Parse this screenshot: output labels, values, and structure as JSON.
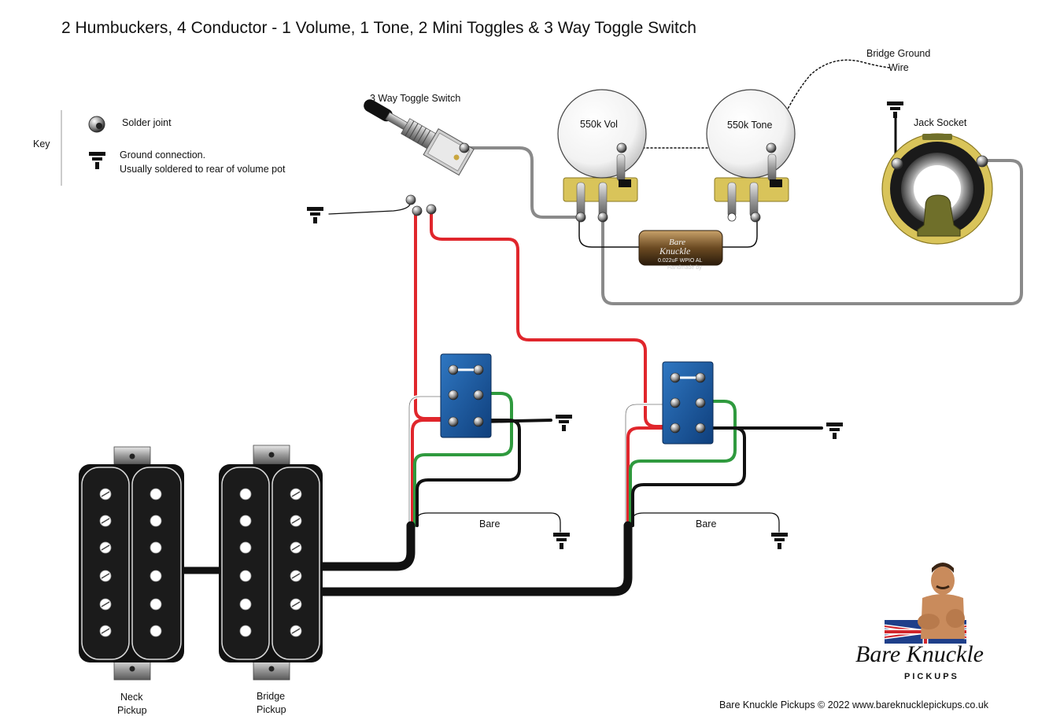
{
  "title": "2 Humbuckers, 4 Conductor - 1 Volume, 1 Tone, 2 Mini Toggles & 3 Way Toggle Switch",
  "key": {
    "heading": "Key",
    "solder_label": "Solder joint",
    "ground_label_1": "Ground connection.",
    "ground_label_2": "Usually soldered to rear of volume pot"
  },
  "labels": {
    "toggle_switch": "3 Way Toggle Switch",
    "vol_pot": "550k  Vol",
    "tone_pot": "550k  Tone",
    "bridge_ground_1": "Bridge Ground",
    "bridge_ground_2": "Wire",
    "jack_socket": "Jack Socket",
    "bare_left": "Bare",
    "bare_right": "Bare",
    "neck_1": "Neck",
    "neck_2": "Pickup",
    "bridge_1": "Bridge",
    "bridge_2": "Pickup"
  },
  "capacitor": {
    "brand_line1": "Bare",
    "brand_line2": "Knuckle",
    "value": "0.022uF WPIO AL",
    "subtext": "Handmade by"
  },
  "logo": {
    "name": "Bare Knuckle",
    "sub": "PICKUPS"
  },
  "footer": "Bare Knuckle Pickups © 2022 www.bareknucklepickups.co.uk",
  "colors": {
    "red": "#e0262c",
    "green": "#2f9a3e",
    "black": "#111111",
    "grey": "#8a8a8a",
    "toggle_blue": "#1d5fa8",
    "pot_gold": "#d9c45a"
  }
}
